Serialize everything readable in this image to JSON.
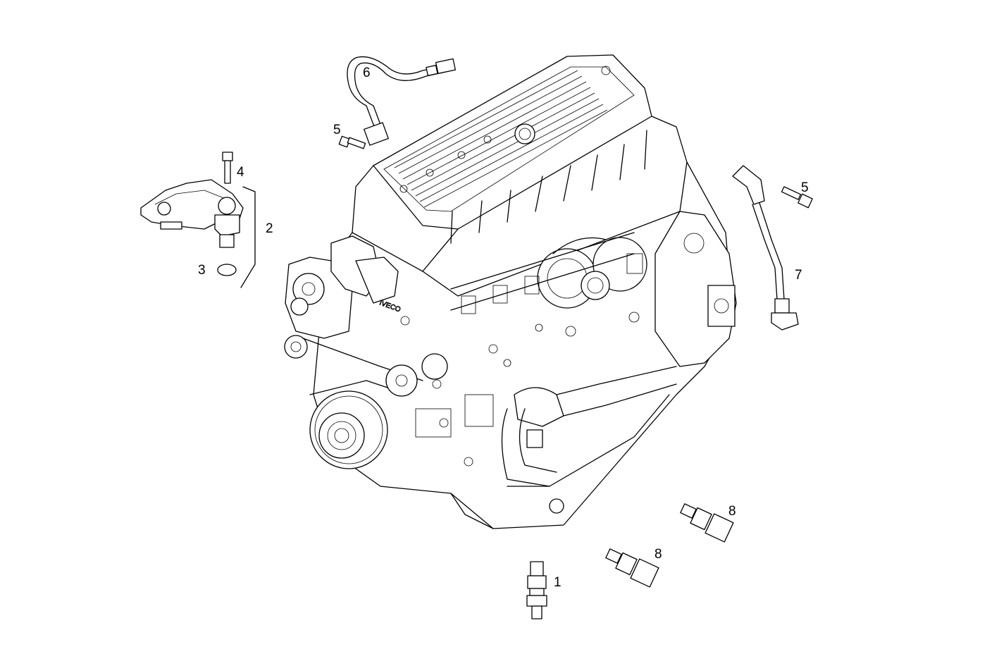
{
  "brand_text": "IVECO",
  "callouts": {
    "c1": "1",
    "c2": "2",
    "c3": "3",
    "c4": "4",
    "c5a": "5",
    "c5b": "5",
    "c6": "6",
    "c7": "7",
    "c8a": "8",
    "c8b": "8"
  },
  "colors": {
    "line": "#000000",
    "background": "#ffffff"
  }
}
